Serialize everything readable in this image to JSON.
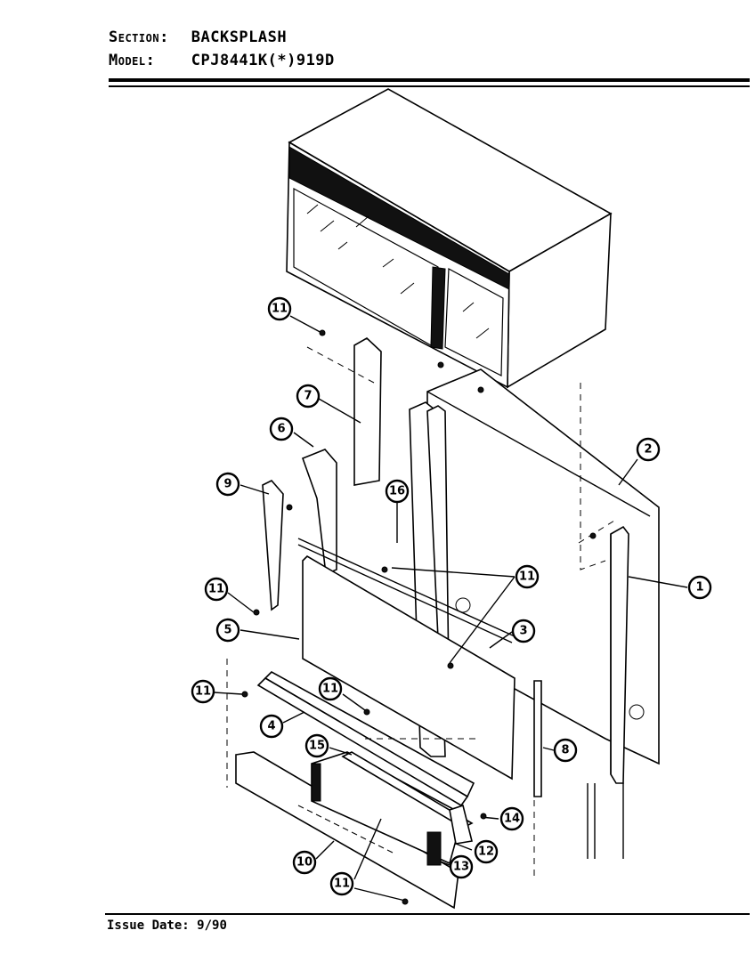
{
  "header": {
    "section_label": "Section:",
    "section_value": "BACKSPLASH",
    "model_label": "Model:",
    "model_value": "CPJ8441K(*)919D"
  },
  "footer": {
    "issue_label": "Issue Date:",
    "issue_value": "9/90"
  },
  "callouts": [
    {
      "id": "c11a",
      "number": "11"
    },
    {
      "id": "c7",
      "number": "7"
    },
    {
      "id": "c6",
      "number": "6"
    },
    {
      "id": "c9",
      "number": "9"
    },
    {
      "id": "c16",
      "number": "16"
    },
    {
      "id": "c2",
      "number": "2"
    },
    {
      "id": "c11b",
      "number": "11"
    },
    {
      "id": "c1",
      "number": "1"
    },
    {
      "id": "c11c",
      "number": "11"
    },
    {
      "id": "c5",
      "number": "5"
    },
    {
      "id": "c3",
      "number": "3"
    },
    {
      "id": "c11d",
      "number": "11"
    },
    {
      "id": "c11e",
      "number": "11"
    },
    {
      "id": "c4",
      "number": "4"
    },
    {
      "id": "c15",
      "number": "15"
    },
    {
      "id": "c8",
      "number": "8"
    },
    {
      "id": "c14",
      "number": "14"
    },
    {
      "id": "c12",
      "number": "12"
    },
    {
      "id": "c13",
      "number": "13"
    },
    {
      "id": "c10",
      "number": "10"
    },
    {
      "id": "c11f",
      "number": "11"
    }
  ]
}
